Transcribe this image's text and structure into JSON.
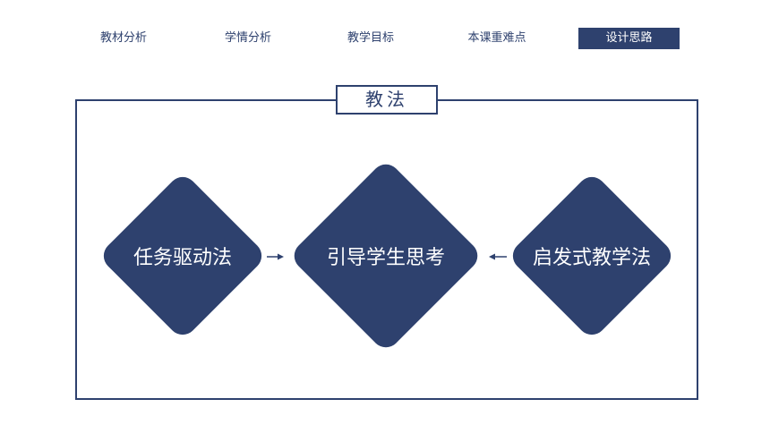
{
  "nav": {
    "items": [
      {
        "label": "教材分析"
      },
      {
        "label": "学情分析"
      },
      {
        "label": "教学目标"
      },
      {
        "label": "本课重难点"
      },
      {
        "label": "设计思路"
      }
    ],
    "active_index": 4
  },
  "panel": {
    "title": "教法"
  },
  "methods": {
    "left": "任务驱动法",
    "center": "引导学生思考",
    "right": "启发式教学法"
  },
  "colors": {
    "primary": "#2e416e",
    "background": "#ffffff"
  }
}
